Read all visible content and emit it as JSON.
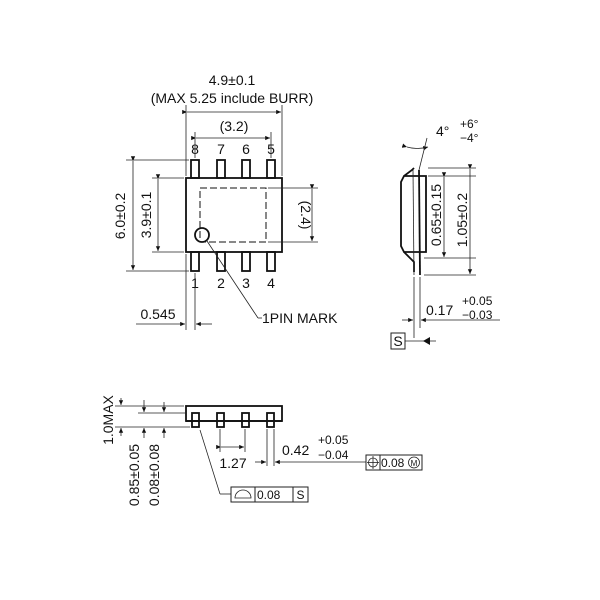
{
  "top_view": {
    "length": "4.9±0.1",
    "length_note": "(MAX 5.25 include BURR)",
    "pin_span": "(3.2)",
    "overall_width": "6.0±0.2",
    "body_width": "3.9±0.1",
    "pad_area": "(2.4)",
    "edge_offset": "0.545",
    "pin1_mark": "1PIN MARK",
    "pins_top": [
      "8",
      "7",
      "6",
      "5"
    ],
    "pins_bottom": [
      "1",
      "2",
      "3",
      "4"
    ]
  },
  "side_view": {
    "angle": "4°",
    "angle_tol_upper": "+6°",
    "angle_tol_lower": "−4°",
    "lead_height": "0.65±0.15",
    "lead_span": "1.05±0.2",
    "thickness": "0.17",
    "thickness_tol_upper": "+0.05",
    "thickness_tol_lower": "−0.03",
    "datum": "S"
  },
  "front_view": {
    "max_height": "1.0MAX",
    "body_height": "0.85±0.05",
    "standoff": "0.08±0.08",
    "pitch": "1.27",
    "lead_width": "0.42",
    "lead_width_tol_upper": "+0.05",
    "lead_width_tol_lower": "−0.04",
    "position_tol": "0.08",
    "position_modifier": "M",
    "flatness_tol": "0.08",
    "flatness_datum": "S"
  }
}
